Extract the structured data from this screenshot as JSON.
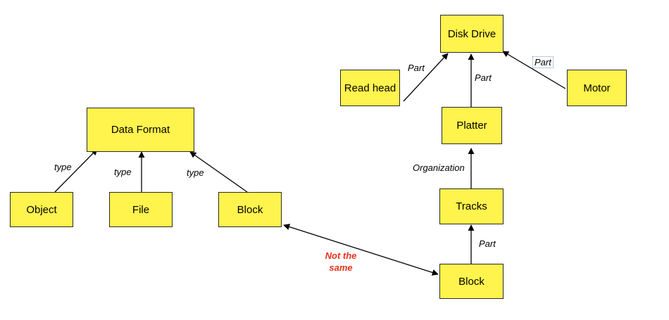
{
  "nodes": {
    "data_format": "Data Format",
    "object": "Object",
    "file": "File",
    "block_left": "Block",
    "disk_drive": "Disk Drive",
    "read_head": "Read head",
    "motor": "Motor",
    "platter": "Platter",
    "tracks": "Tracks",
    "block_right": "Block"
  },
  "edge_labels": {
    "object_type": "type",
    "file_type": "type",
    "block_type": "type",
    "read_head_part": "Part",
    "platter_part": "Part",
    "motor_part": "Part",
    "tracks_organization": "Organization",
    "block_tracks_part": "Part"
  },
  "note": {
    "line1": "Not the",
    "line2": "same"
  },
  "colors": {
    "node_fill": "#fff34d",
    "note_text": "#e8311c"
  }
}
